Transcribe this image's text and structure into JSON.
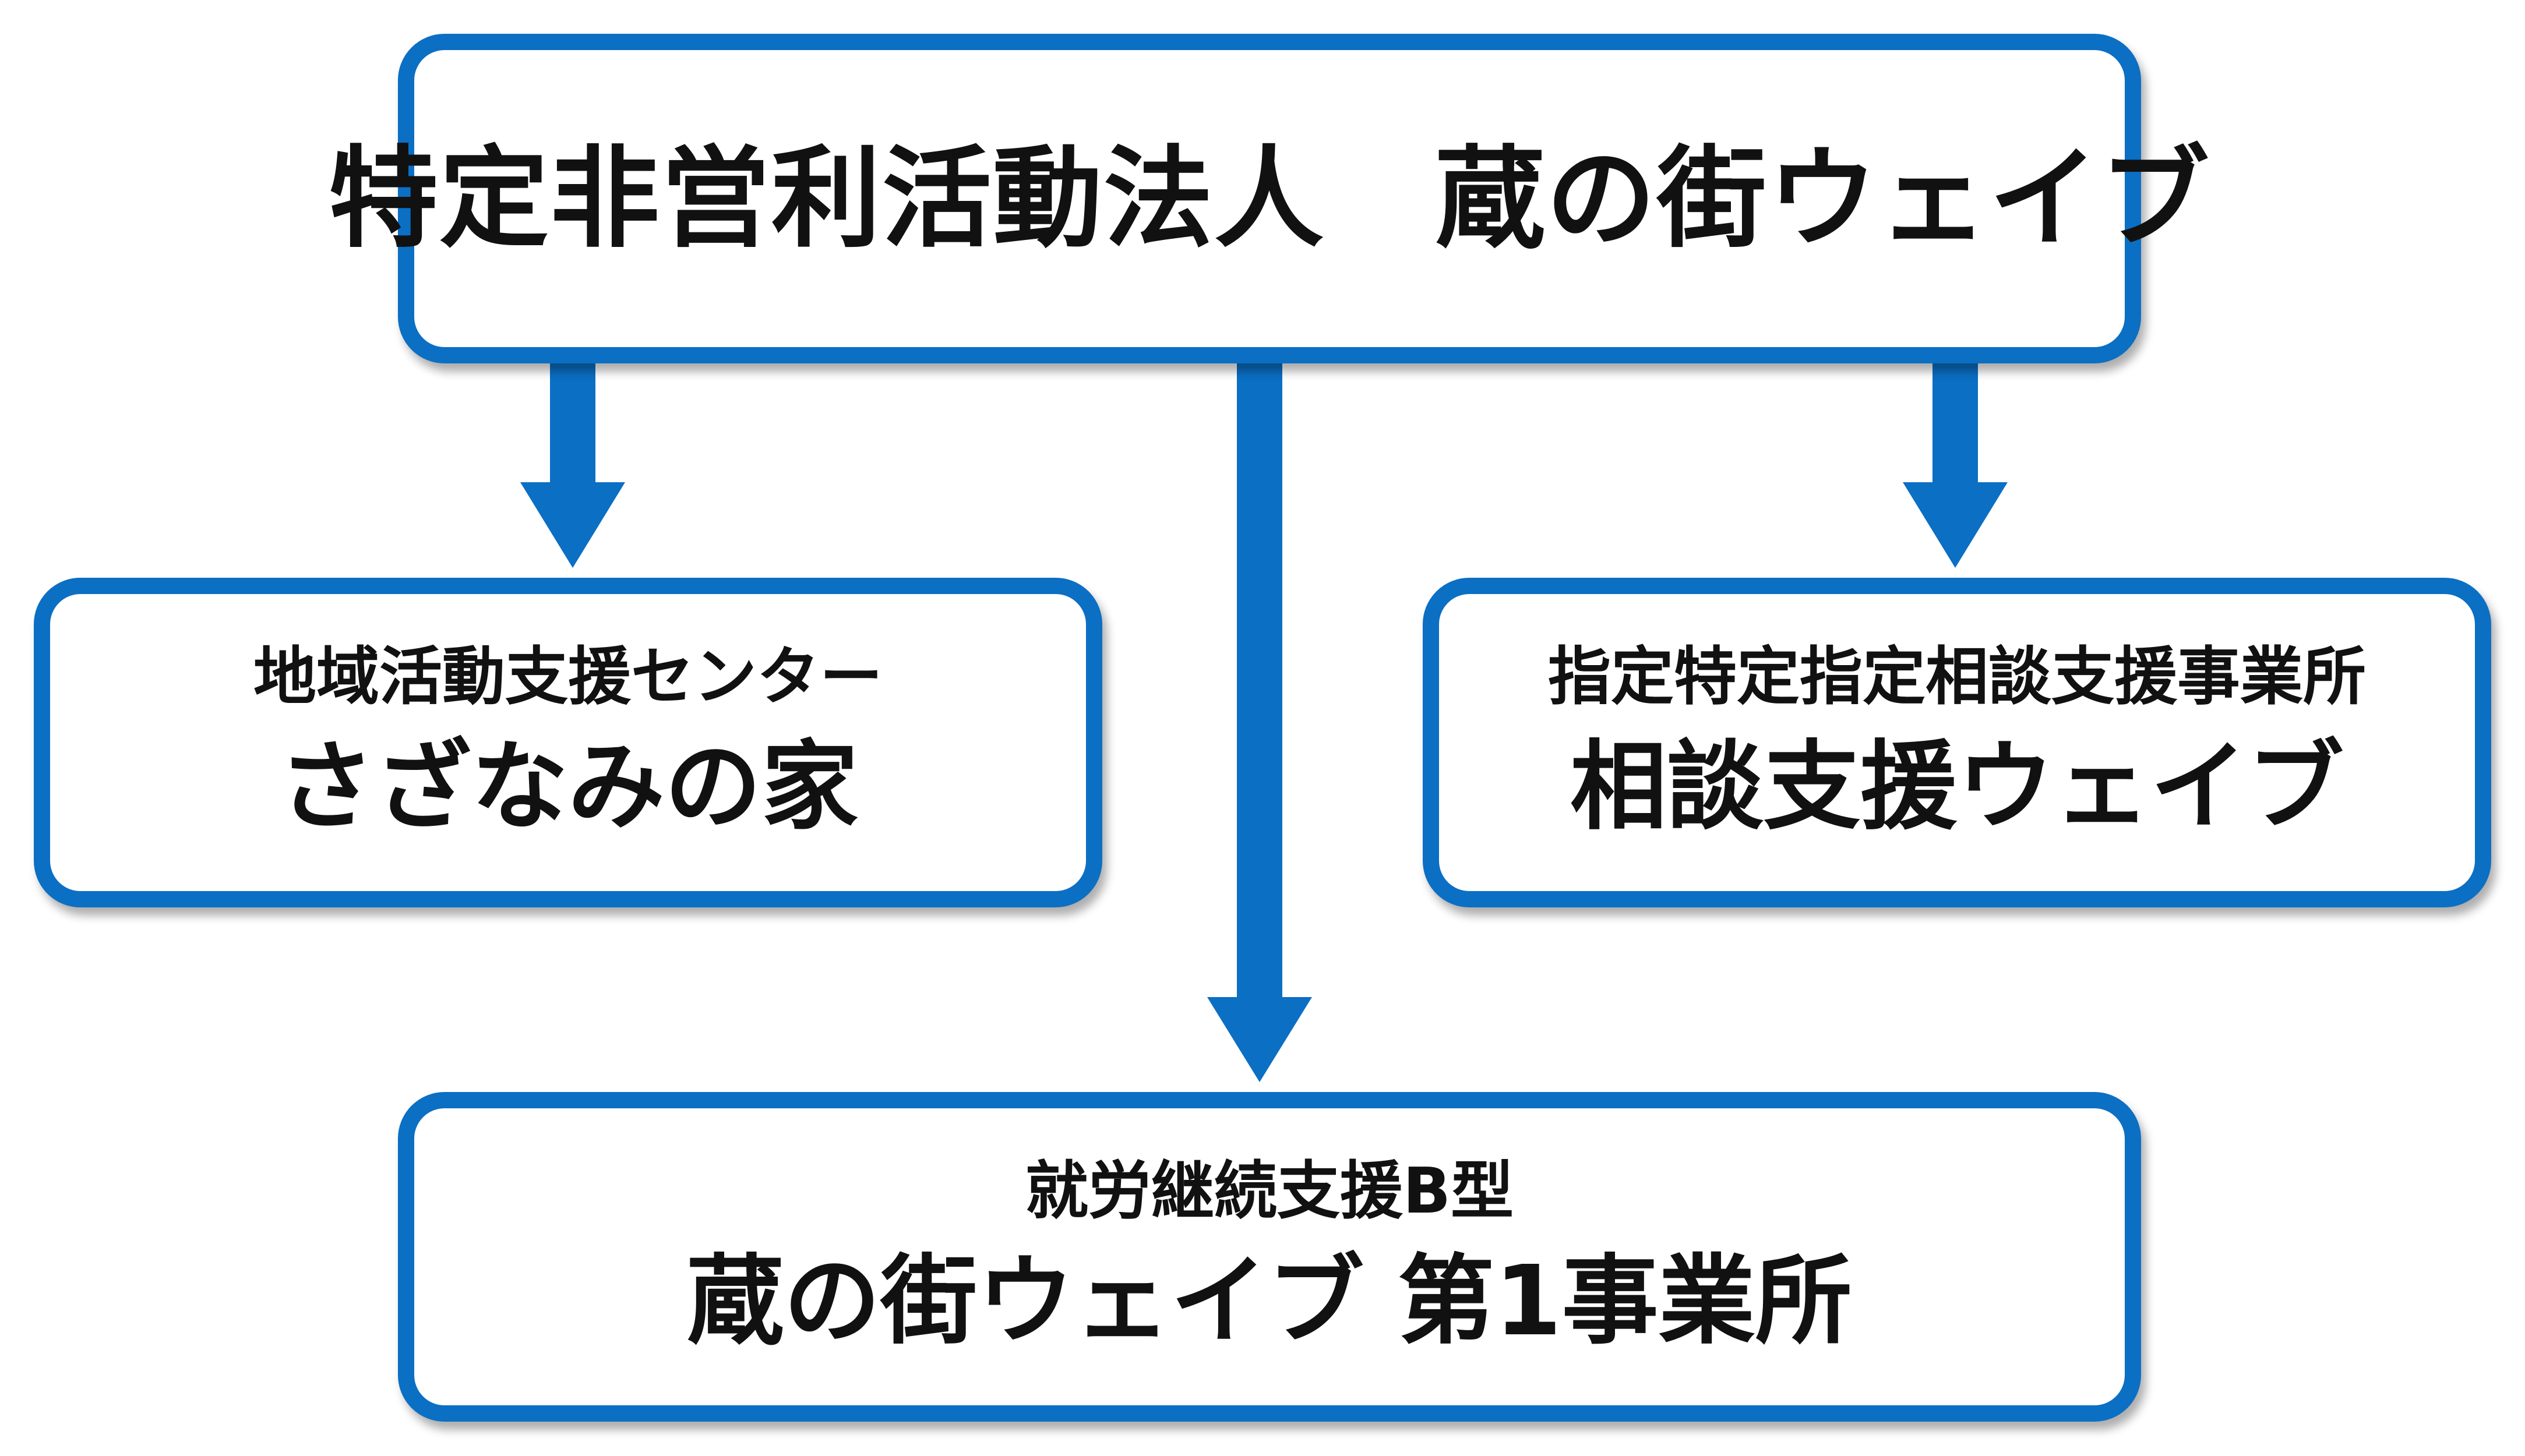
{
  "diagram": {
    "accent_color": "#0b6fc4",
    "text_color": "#111111",
    "background_color": "#ffffff",
    "root": {
      "title": "特定非営利活動法人　蔵の街ウェイブ"
    },
    "children": {
      "left": {
        "subtitle": "地域活動支援センター",
        "name": "さざなみの家"
      },
      "right": {
        "subtitle": "指定特定指定相談支援事業所",
        "name": "相談支援ウェイブ"
      },
      "bottom": {
        "subtitle": "就労継続支援B型",
        "name": "蔵の街ウェイブ 第1事業所"
      }
    },
    "edges": [
      {
        "from": "root",
        "to": "left"
      },
      {
        "from": "root",
        "to": "right"
      },
      {
        "from": "root",
        "to": "bottom"
      }
    ]
  }
}
